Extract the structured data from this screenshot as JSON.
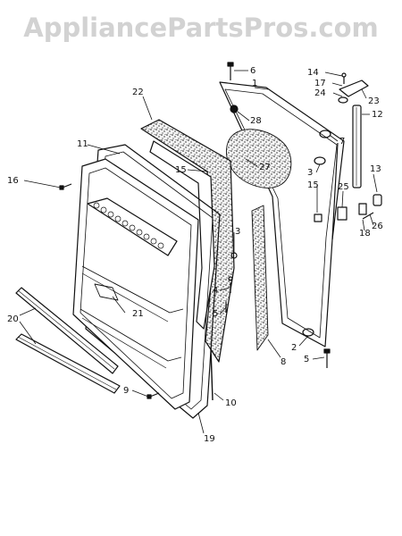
{
  "watermark": "AppliancePartsPros.com",
  "colors": {
    "line": "#111111",
    "stipple": "#2a2a2a",
    "watermark": "#d2d2d2"
  },
  "callouts": [
    {
      "id": "6",
      "text": "6"
    },
    {
      "id": "1",
      "text": "1"
    },
    {
      "id": "14",
      "text": "14"
    },
    {
      "id": "17",
      "text": "17"
    },
    {
      "id": "24",
      "text": "24"
    },
    {
      "id": "23",
      "text": "23"
    },
    {
      "id": "22",
      "text": "22"
    },
    {
      "id": "28",
      "text": "28"
    },
    {
      "id": "12",
      "text": "12"
    },
    {
      "id": "11",
      "text": "11"
    },
    {
      "id": "7",
      "text": "7"
    },
    {
      "id": "15a",
      "text": "15"
    },
    {
      "id": "27",
      "text": "27"
    },
    {
      "id": "13",
      "text": "13"
    },
    {
      "id": "16",
      "text": "16"
    },
    {
      "id": "3a",
      "text": "3"
    },
    {
      "id": "15b",
      "text": "15"
    },
    {
      "id": "25",
      "text": "25"
    },
    {
      "id": "26",
      "text": "26"
    },
    {
      "id": "18",
      "text": "18"
    },
    {
      "id": "3b",
      "text": "3"
    },
    {
      "id": "4",
      "text": "4"
    },
    {
      "id": "5a",
      "text": "5"
    },
    {
      "id": "21",
      "text": "21"
    },
    {
      "id": "20",
      "text": "20"
    },
    {
      "id": "2",
      "text": "2"
    },
    {
      "id": "5b",
      "text": "5"
    },
    {
      "id": "8",
      "text": "8"
    },
    {
      "id": "9",
      "text": "9"
    },
    {
      "id": "10",
      "text": "10"
    },
    {
      "id": "19",
      "text": "19"
    }
  ]
}
